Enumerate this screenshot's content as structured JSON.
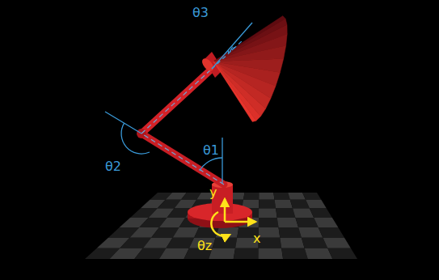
{
  "diagram": {
    "labels": [
      "θ3",
      "θ2",
      "θ1",
      "y",
      "x",
      "θz"
    ]
  }
}
